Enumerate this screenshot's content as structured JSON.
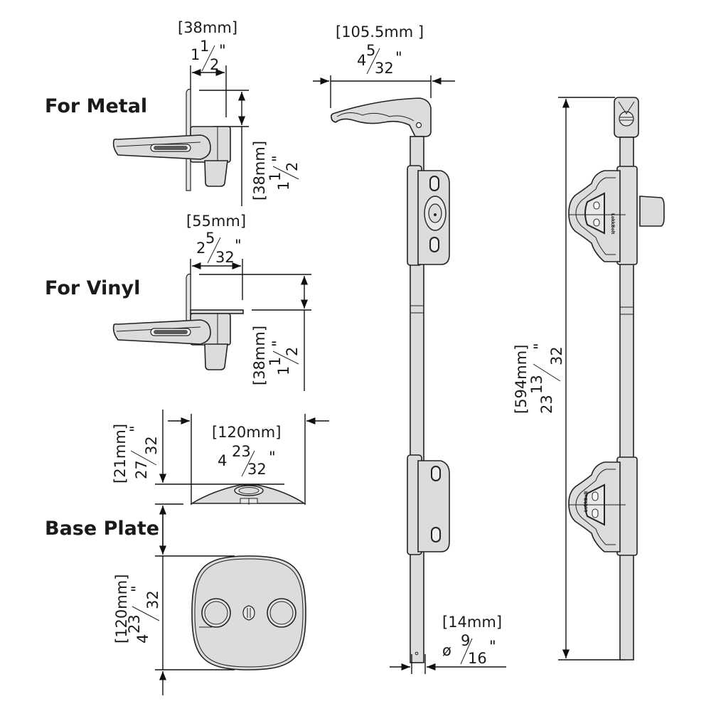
{
  "sections": {
    "metal": {
      "label": "For Metal",
      "width_dim": {
        "mm": "[38mm]",
        "whole": "1",
        "num": "1",
        "den": "2",
        "inch": "\""
      },
      "height_dim": {
        "mm": "[38mm]",
        "whole": "1",
        "num": "1",
        "den": "2",
        "inch": "\""
      }
    },
    "vinyl": {
      "label": "For Vinyl",
      "width_dim": {
        "mm": "[55mm]",
        "whole": "2",
        "num": "5",
        "den": "32",
        "inch": "\""
      },
      "height_dim": {
        "mm": "[38mm]",
        "whole": "1",
        "num": "1",
        "den": "2",
        "inch": "\""
      }
    },
    "base_plate": {
      "label": "Base Plate",
      "width_dim": {
        "mm": "[120mm]",
        "whole": "4",
        "num": "23",
        "den": "32",
        "inch": "\""
      },
      "height_dim": {
        "mm": "[21mm]",
        "whole": "",
        "num": "27",
        "den": "32",
        "inch": "\""
      },
      "depth_dim": {
        "mm": "[120mm]",
        "whole": "4",
        "num": "23",
        "den": "32",
        "inch": "\""
      }
    },
    "handle": {
      "width_dim": {
        "mm": "[105.5mm ]",
        "whole": "4",
        "num": "5",
        "den": "32",
        "inch": "\""
      }
    },
    "rod": {
      "diameter_dim": {
        "mm": "[14mm]",
        "symbol": "ø",
        "num": "9",
        "den": "16",
        "inch": "\""
      }
    },
    "overall": {
      "length_dim": {
        "mm": "[594mm]",
        "whole": "23",
        "num": "13",
        "den": "32",
        "inch": "\""
      },
      "brand": "LokkBolt"
    }
  },
  "colors": {
    "part_fill": "#dcdcdc",
    "line": "#111111",
    "background": "#ffffff"
  }
}
